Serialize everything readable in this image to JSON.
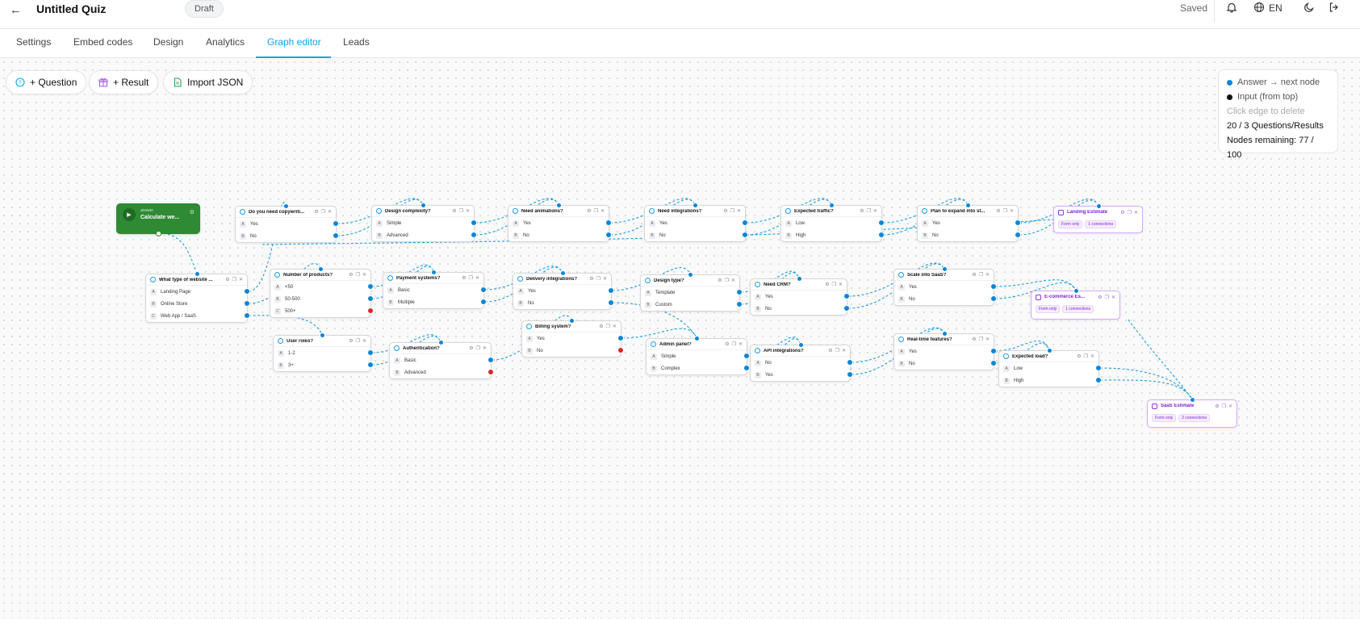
{
  "header": {
    "title": "Untitled Quiz",
    "status_badge": "Draft",
    "save_status": "Saved",
    "language": "EN"
  },
  "tabs": [
    "Settings",
    "Embed codes",
    "Design",
    "Analytics",
    "Graph editor",
    "Leads"
  ],
  "active_tab": "Graph editor",
  "toolbar": {
    "add_question": "+ Question",
    "add_result": "+ Result",
    "import_json": "Import JSON"
  },
  "legend": {
    "answer": "Answer → next node",
    "input": "Input (from top)",
    "hint": "Click edge to delete",
    "counts": "20 / 3 Questions/Results",
    "remaining": "Nodes remaining: 77 / 100"
  },
  "colors": {
    "accent": "#0ea5e9",
    "edge": "#1d9be0",
    "start_node": "#2f8a34",
    "result_border": "#d6a9f5",
    "result_text": "#7e22ce",
    "error_handle": "#dc2626"
  },
  "start": {
    "small_label": "answer",
    "title": "Calculate we..."
  },
  "questions": [
    {
      "title": "What type of website ...",
      "answers": [
        "Landing Page",
        "Online Store",
        "Web App / SaaS"
      ]
    },
    {
      "title": "Do you need copywriti...",
      "answers": [
        "Yes",
        "No"
      ]
    },
    {
      "title": "Design complexity?",
      "answers": [
        "Simple",
        "Advanced"
      ]
    },
    {
      "title": "Need animations?",
      "answers": [
        "Yes",
        "No"
      ]
    },
    {
      "title": "Need integrations?",
      "answers": [
        "Yes",
        "No"
      ]
    },
    {
      "title": "Expected traffic?",
      "answers": [
        "Low",
        "High"
      ]
    },
    {
      "title": "Plan to expand into st...",
      "answers": [
        "Yes",
        "No"
      ]
    },
    {
      "title": "Number of products?",
      "answers": [
        "<50",
        "50-500",
        "500+"
      ]
    },
    {
      "title": "Payment systems?",
      "answers": [
        "Basic",
        "Multiple"
      ]
    },
    {
      "title": "Delivery integrations?",
      "answers": [
        "Yes",
        "No"
      ]
    },
    {
      "title": "Design type?",
      "answers": [
        "Template",
        "Custom"
      ]
    },
    {
      "title": "Need CRM?",
      "answers": [
        "Yes",
        "No"
      ]
    },
    {
      "title": "Scale into SaaS?",
      "answers": [
        "Yes",
        "No"
      ]
    },
    {
      "title": "User roles?",
      "answers": [
        "1-2",
        "3+"
      ]
    },
    {
      "title": "Authentication?",
      "answers": [
        "Basic",
        "Advanced"
      ]
    },
    {
      "title": "Billing system?",
      "answers": [
        "Yes",
        "No"
      ]
    },
    {
      "title": "Admin panel?",
      "answers": [
        "Simple",
        "Complex"
      ]
    },
    {
      "title": "API integrations?",
      "answers": [
        "No",
        "Yes"
      ]
    },
    {
      "title": "Real-time features?",
      "answers": [
        "Yes",
        "No"
      ]
    },
    {
      "title": "Expected load?",
      "answers": [
        "Low",
        "High"
      ]
    }
  ],
  "results": [
    {
      "title": "Landing Estimate",
      "tags": [
        "Form only",
        "1 connections"
      ]
    },
    {
      "title": "E-commerce Es...",
      "tags": [
        "Form only",
        "1 connections"
      ]
    },
    {
      "title": "SaaS Estimate",
      "tags": [
        "Form only",
        "2 connections"
      ]
    }
  ]
}
